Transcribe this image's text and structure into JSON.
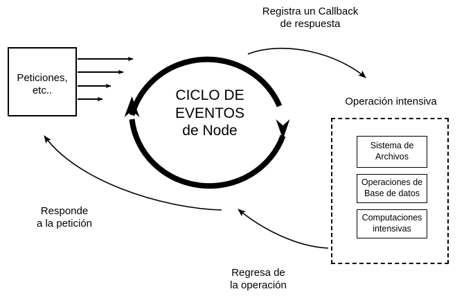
{
  "diagram": {
    "title": "Ciclo de eventos de Node",
    "source_box": {
      "name": "requests-box",
      "label": "Peticiones,\netc.."
    },
    "event_loop": {
      "name": "event-loop-ring",
      "label": "CICLO DE\nEVENTOS\nde Node",
      "direction": "clockwise"
    },
    "labels": {
      "callback": "Registra un Callback\nde respuesta",
      "respond": "Responde\na la petición",
      "return": "Regresa de\nla operación",
      "intensive_heading": "Operación intensiva"
    },
    "intensive_group": {
      "name": "intensive-operation-group",
      "items": [
        {
          "label": "Sistema de\nArchivos"
        },
        {
          "label": "Operaciones de\nBase de datos"
        },
        {
          "label": "Computaciones\nintensivas"
        }
      ]
    },
    "incoming_arrows": {
      "count": 4,
      "description": "four request arrows from box to event loop"
    },
    "colors": {
      "stroke": "#000000",
      "background": "#ffffff"
    }
  }
}
